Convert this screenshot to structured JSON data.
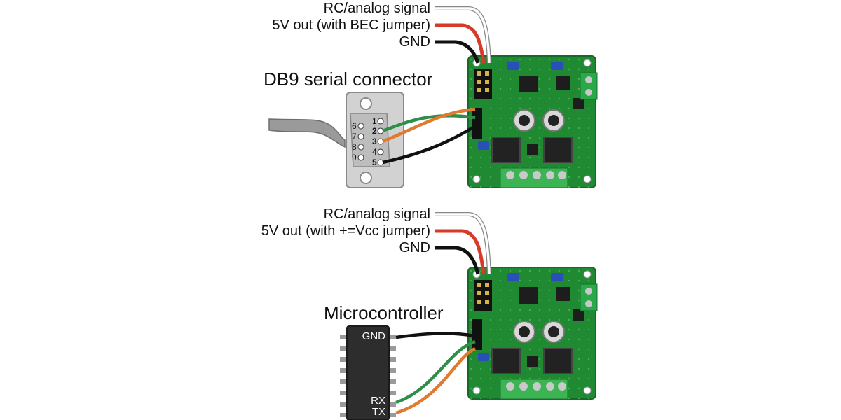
{
  "top_diagram": {
    "wire_labels": [
      "RC/analog signal",
      "5V out (with BEC jumper)",
      "GND"
    ],
    "connector_title": "DB9 serial connector",
    "db9_pins": [
      "1",
      "2",
      "3",
      "4",
      "5",
      "6",
      "7",
      "8",
      "9"
    ]
  },
  "bottom_diagram": {
    "wire_labels": [
      "RC/analog signal",
      "5V out (with +=Vcc jumper)",
      "GND"
    ],
    "controller_title": "Microcontroller",
    "chip_pins": [
      "GND",
      "RX",
      "TX"
    ]
  },
  "colors": {
    "board": "#1f8a32",
    "signal_wire": "#ffffff",
    "power_wire": "#d83a2a",
    "ground_wire": "#111111",
    "serial_green": "#2f8f4a",
    "serial_orange": "#e07a2e"
  }
}
